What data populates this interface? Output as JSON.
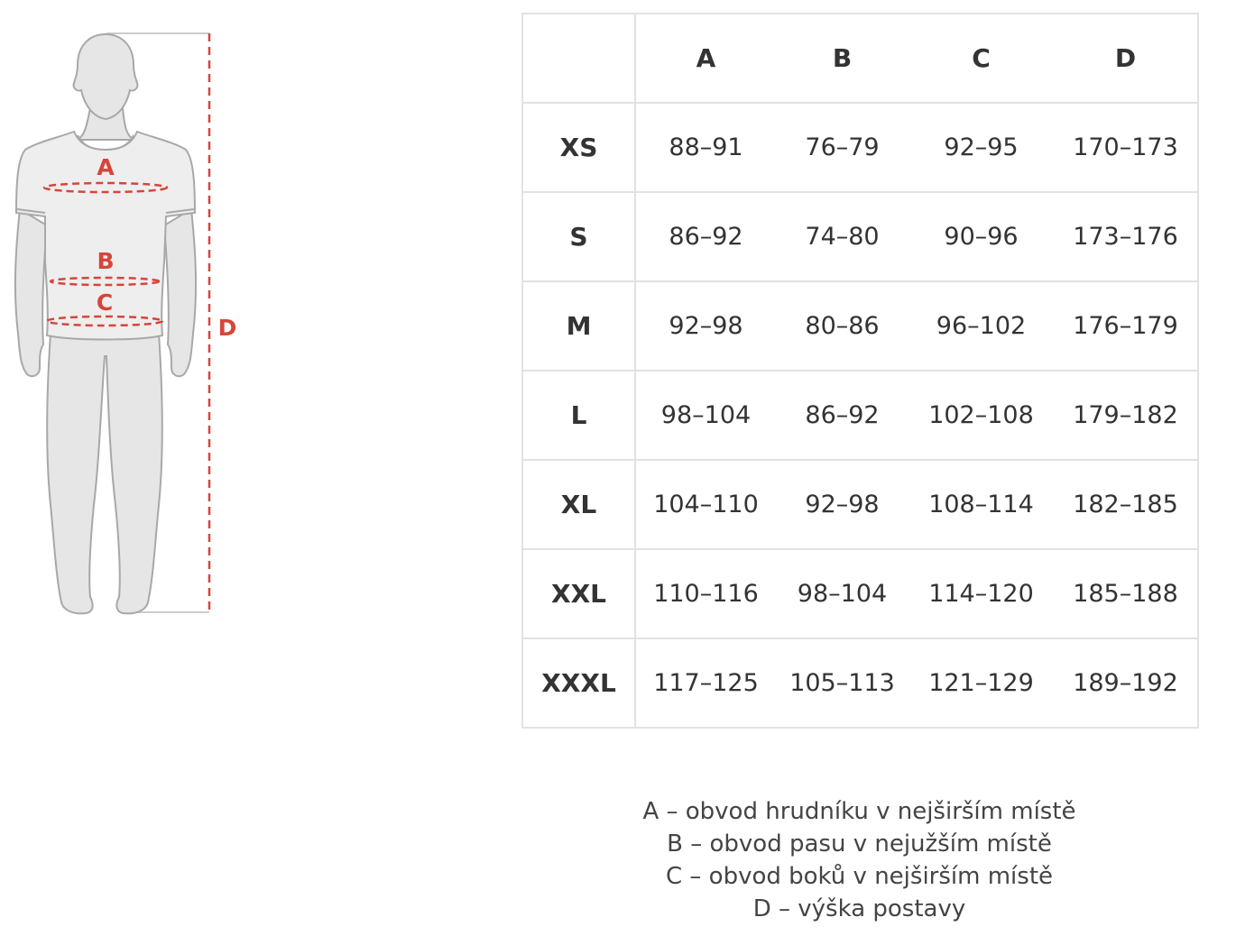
{
  "figure": {
    "labels": {
      "a": "A",
      "b": "B",
      "c": "C",
      "d": "D"
    },
    "accent_color": "#d6453b",
    "body_fill": "#e6e6e6",
    "outline_color": "#a8a8a8"
  },
  "table": {
    "columns": [
      "",
      "A",
      "B",
      "C",
      "D"
    ],
    "rows": [
      {
        "size": "XS",
        "a": "88–91",
        "b": "76–79",
        "c": "92–95",
        "d": "170–173"
      },
      {
        "size": "S",
        "a": "86–92",
        "b": "74–80",
        "c": "90–96",
        "d": "173–176"
      },
      {
        "size": "M",
        "a": "92–98",
        "b": "80–86",
        "c": "96–102",
        "d": "176–179"
      },
      {
        "size": "L",
        "a": "98–104",
        "b": "86–92",
        "c": "102–108",
        "d": "179–182"
      },
      {
        "size": "XL",
        "a": "104–110",
        "b": "92–98",
        "c": "108–114",
        "d": "182–185"
      },
      {
        "size": "XXL",
        "a": "110–116",
        "b": "98–104",
        "c": "114–120",
        "d": "185–188"
      },
      {
        "size": "XXXL",
        "a": "117–125",
        "b": "105–113",
        "c": "121–129",
        "d": "189–192"
      }
    ]
  },
  "legend": {
    "line_a": "A – obvod hrudníku v nejširším místě",
    "line_b": "B – obvod pasu v nejužším místě",
    "line_c": "C – obvod boků v nejširším místě",
    "line_d": "D – výška postavy"
  }
}
